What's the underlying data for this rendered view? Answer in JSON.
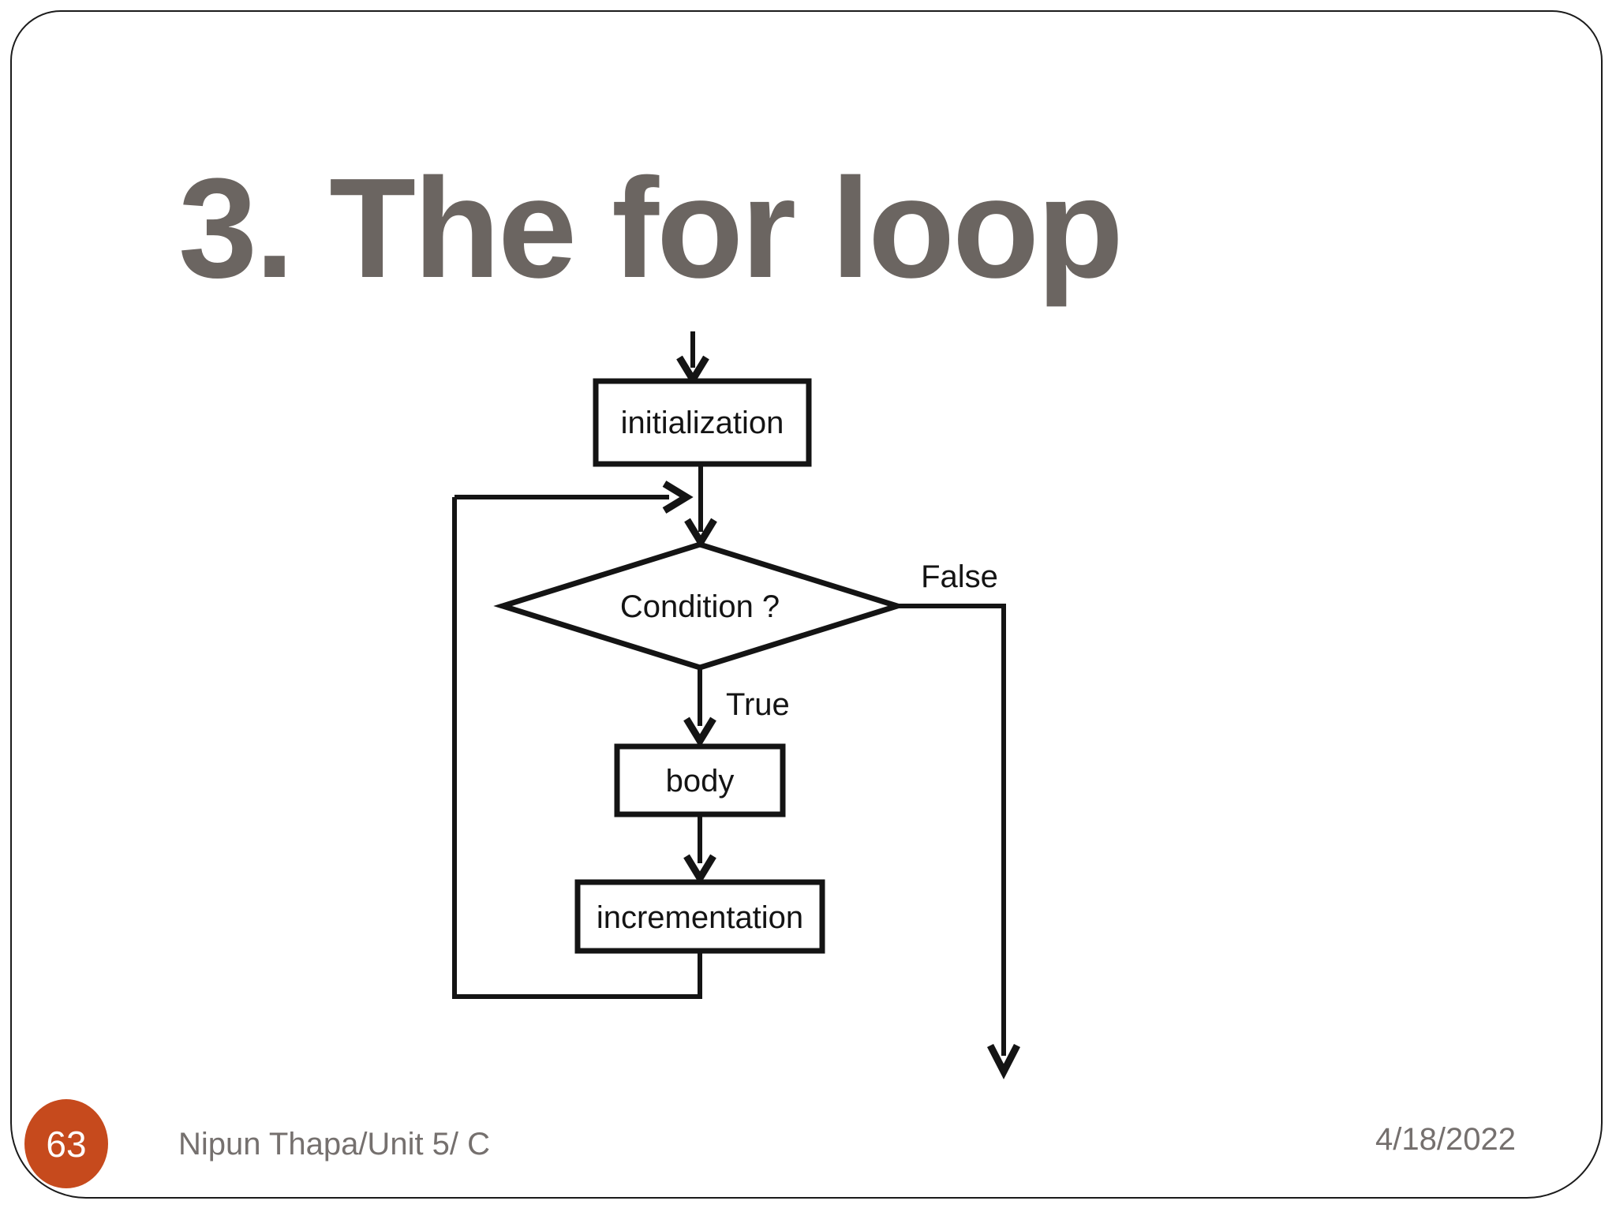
{
  "slide": {
    "title": "3. The for loop",
    "page_number": "63",
    "footer_credit": "Nipun Thapa/Unit 5/ C",
    "footer_date": "4/18/2022",
    "colors": {
      "accent": "#C64A1D",
      "title": "#6B6561",
      "footer_text": "#75706E",
      "ink": "#141414"
    }
  },
  "flowchart": {
    "type": "flowchart",
    "description": "Control flow of a for loop",
    "nodes": [
      {
        "id": "initialization",
        "shape": "rectangle",
        "label": "initialization"
      },
      {
        "id": "condition",
        "shape": "diamond",
        "label": "Condition ?"
      },
      {
        "id": "body",
        "shape": "rectangle",
        "label": "body"
      },
      {
        "id": "incrementation",
        "shape": "rectangle",
        "label": "incrementation"
      }
    ],
    "branch_labels": {
      "true": "True",
      "false": "False"
    },
    "edges": [
      {
        "from": "start",
        "to": "initialization"
      },
      {
        "from": "initialization",
        "to": "condition"
      },
      {
        "from": "condition",
        "to": "body",
        "label": "True"
      },
      {
        "from": "condition",
        "to": "exit",
        "label": "False"
      },
      {
        "from": "body",
        "to": "incrementation"
      },
      {
        "from": "incrementation",
        "to": "condition",
        "kind": "loop-back"
      }
    ]
  }
}
